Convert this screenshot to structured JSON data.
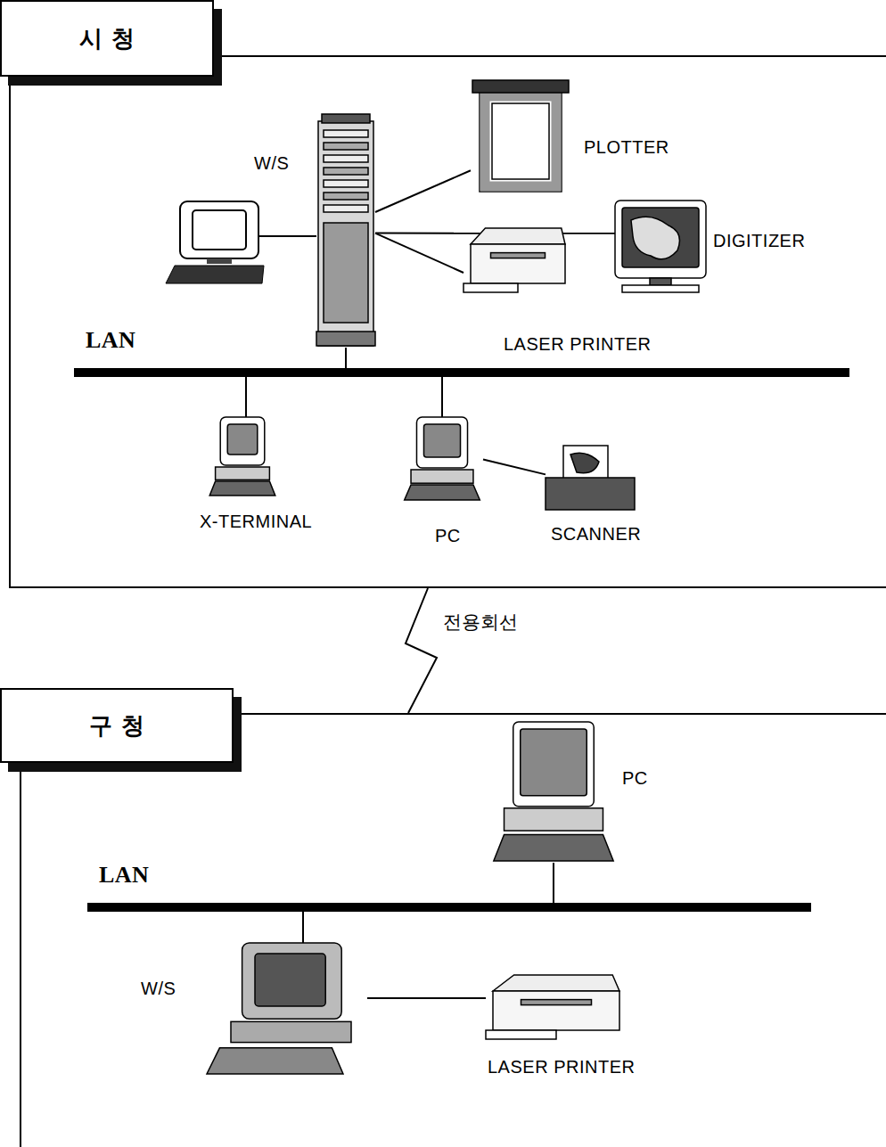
{
  "diagram": {
    "nodes": [
      {
        "text": [
          "시 청"
        ]
      },
      {
        "text": [
          "W/S"
        ],
        "in": 0
      },
      {
        "text": [
          "PLOTTER"
        ],
        "in": 0
      },
      {
        "text": [
          "DIGITIZER"
        ],
        "in": 0
      },
      {
        "text": [
          "LASER PRINTER"
        ],
        "in": 0
      },
      {
        "text": [
          "LAN"
        ],
        "in": 0
      },
      {
        "text": [
          "X-TERMINAL"
        ],
        "in": 0
      },
      {
        "text": [
          "PC"
        ],
        "in": 0
      },
      {
        "text": [
          "SCANNER"
        ],
        "in": 0
      },
      {
        "text": [
          "구 청"
        ]
      },
      {
        "text": [
          "PC"
        ],
        "in": 9
      },
      {
        "text": [
          "LAN"
        ],
        "in": 9
      },
      {
        "text": [
          "W/S"
        ],
        "in": 9
      },
      {
        "text": [
          "LASER PRINTER"
        ],
        "in": 9
      }
    ],
    "edges": [
      {
        "from": 0,
        "to": 9,
        "label": "전용회선",
        "arrow": "none"
      },
      {
        "from": 1,
        "to": 2,
        "arrow": "none"
      },
      {
        "from": 1,
        "to": 3,
        "arrow": "none"
      },
      {
        "from": 1,
        "to": 4,
        "arrow": "none"
      },
      {
        "from": 1,
        "to": 5,
        "arrow": "none"
      },
      {
        "from": 5,
        "to": 6,
        "arrow": "none"
      },
      {
        "from": 5,
        "to": 7,
        "arrow": "none"
      },
      {
        "from": 7,
        "to": 8,
        "arrow": "none"
      },
      {
        "from": 10,
        "to": 11,
        "arrow": "none"
      },
      {
        "from": 11,
        "to": 12,
        "arrow": "none"
      },
      {
        "from": 12,
        "to": 13,
        "arrow": "none"
      }
    ]
  }
}
